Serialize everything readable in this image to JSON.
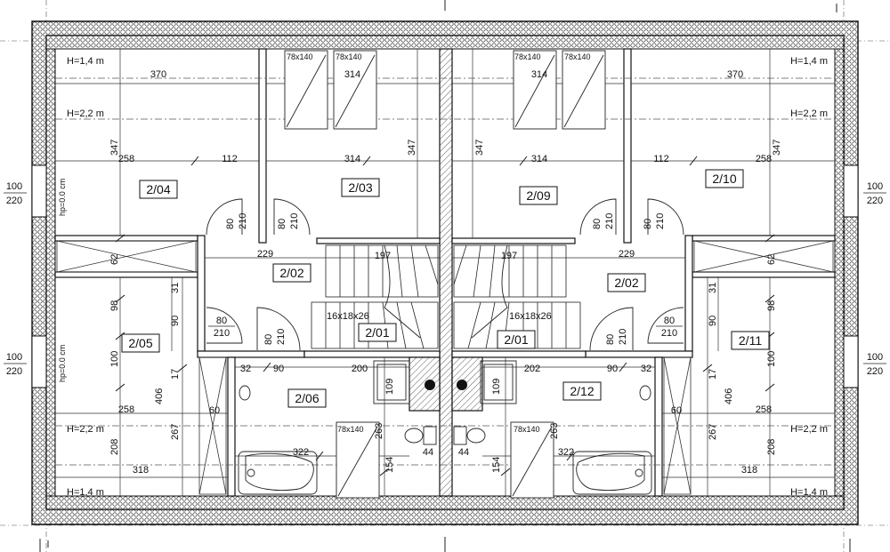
{
  "rooms": {
    "r204": "2/04",
    "r203": "2/03",
    "r209": "2/09",
    "r210": "2/10",
    "r202l": "2/02",
    "r202r": "2/02",
    "r201l": "2/01",
    "r201r": "2/01",
    "r205": "2/05",
    "r206": "2/06",
    "r212": "2/12",
    "r211": "2/11"
  },
  "heights": {
    "h14_tl": "H=1,4 m",
    "h22_tl": "H=2,2 m",
    "h14_tr": "H=1,4 m",
    "h22_tr": "H=2,2 m",
    "h22_bl": "H=2,2 m",
    "h14_bl": "H=1,4 m",
    "h22_br": "H=2,2 m",
    "h14_br": "H=1,4 m"
  },
  "floor": {
    "hp_upper": "hp=0.0 cm",
    "hp_lower": "hp=0.0 cm"
  },
  "dims": {
    "d370_l": "370",
    "d314_a": "314",
    "d314_b": "314",
    "d370_r": "370",
    "d347_a": "347",
    "d347_b": "347",
    "d347_c": "347",
    "d347_d": "347",
    "d258_a": "258",
    "d112_a": "112",
    "d314_c": "314",
    "d314_d": "314",
    "d112_b": "112",
    "d258_b": "258",
    "d229_l": "229",
    "d197_l": "197",
    "d197_r": "197",
    "d229_r": "229",
    "d62_l": "62",
    "d62_r": "62",
    "d31_l": "31",
    "d31_r": "31",
    "d98_l": "98",
    "d98_r": "98",
    "d100_l": "100",
    "d100_r": "100",
    "d90v_l": "90",
    "d90v_r": "90",
    "d17_l": "17",
    "d17_r": "17",
    "d406_l": "406",
    "d406_r": "406",
    "d32_l": "32",
    "d90h_l": "90",
    "d200": "200",
    "d202": "202",
    "d90h_r": "90",
    "d32_r": "32",
    "d109_l": "109",
    "d109_r": "109",
    "d258_c": "258",
    "d258_d": "258",
    "d60_l": "60",
    "d60_r": "60",
    "d267_l": "267",
    "d267_r": "267",
    "d263_l": "263",
    "d263_r": "263",
    "d208_l": "208",
    "d208_r": "208",
    "d322_l": "322",
    "d322_r": "322",
    "d44_l": "44",
    "d44_r": "44",
    "d154_l": "154",
    "d154_r": "154",
    "d318_l": "318",
    "d318_r": "318",
    "edge100_ul": "100",
    "edge220_ul": "220",
    "edge100_ur": "100",
    "edge220_ur": "220",
    "edge100_ll": "100",
    "edge220_ll": "220",
    "edge100_lr": "100",
    "edge220_lr": "220"
  },
  "windows": {
    "w1": "78x140",
    "w2": "78x140",
    "w3": "78x140",
    "w4": "78x140",
    "w5": "78x140",
    "w6": "78x140"
  },
  "doors": {
    "d1_w": "80",
    "d1_h": "210",
    "d2_w": "80",
    "d2_h": "210",
    "d3_w": "80",
    "d3_h": "210",
    "d4_w": "80",
    "d4_h": "210",
    "d5_w": "80",
    "d5_h": "210",
    "d6_w": "80",
    "d6_h": "210",
    "d7_w": "80",
    "d7_h": "210",
    "d8_w": "80",
    "d8_h": "210"
  },
  "stairs": {
    "s_l": "16x18x26",
    "s_r": "16x18x26"
  }
}
